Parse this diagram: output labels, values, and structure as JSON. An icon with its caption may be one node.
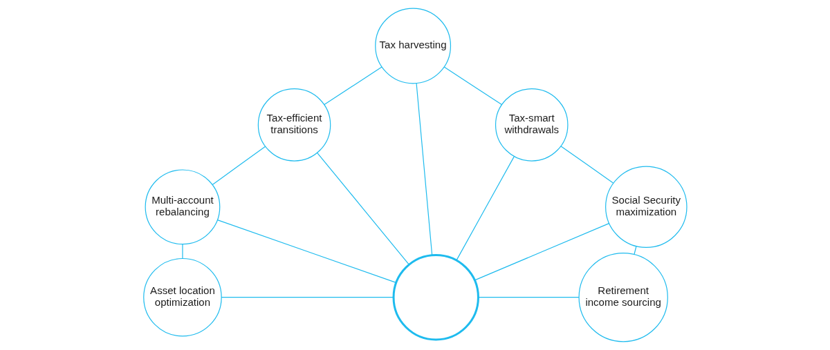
{
  "diagram": {
    "nodes": [
      {
        "text": [
          "Asset location optimization"
        ]
      },
      {
        "text": [
          "Multi-account rebalancing"
        ]
      },
      {
        "text": [
          "Tax-efficient transitions"
        ]
      },
      {
        "text": [
          "Tax harvesting"
        ]
      },
      {
        "text": [
          "Tax-smart withdrawals"
        ]
      },
      {
        "text": [
          "Social Security maximization"
        ]
      },
      {
        "text": [
          "Retirement income sourcing"
        ]
      },
      {
        "text": [],
        "shape": "circle"
      }
    ],
    "edges": [
      {
        "from": 7,
        "to": 0,
        "arrow": "none"
      },
      {
        "from": 7,
        "to": 1,
        "arrow": "none"
      },
      {
        "from": 7,
        "to": 2,
        "arrow": "none"
      },
      {
        "from": 7,
        "to": 3,
        "arrow": "none"
      },
      {
        "from": 7,
        "to": 4,
        "arrow": "none"
      },
      {
        "from": 7,
        "to": 5,
        "arrow": "none"
      },
      {
        "from": 7,
        "to": 6,
        "arrow": "none"
      },
      {
        "from": 0,
        "to": 1,
        "arrow": "none"
      },
      {
        "from": 1,
        "to": 2,
        "arrow": "none"
      },
      {
        "from": 2,
        "to": 3,
        "arrow": "none"
      },
      {
        "from": 3,
        "to": 4,
        "arrow": "none"
      },
      {
        "from": 4,
        "to": 5,
        "arrow": "none"
      },
      {
        "from": 5,
        "to": 6,
        "arrow": "none"
      }
    ]
  }
}
